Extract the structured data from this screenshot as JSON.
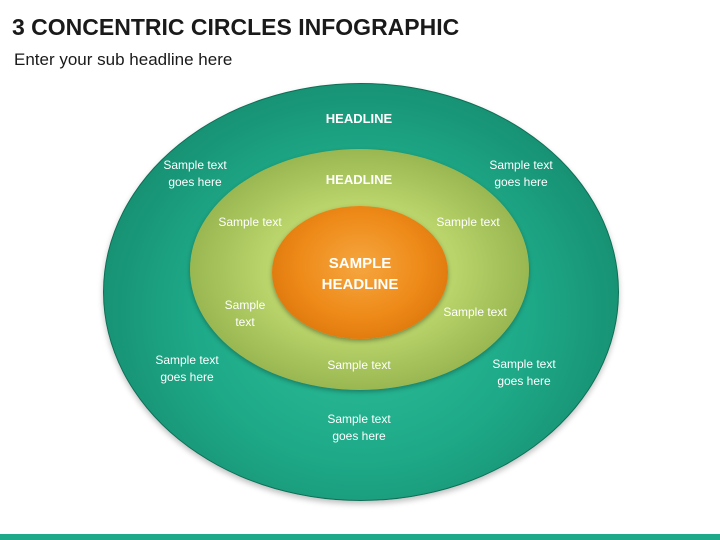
{
  "title": "3 CONCENTRIC CIRCLES INFOGRAPHIC",
  "subtitle": "Enter your sub headline here",
  "colors": {
    "outer": "#1eaa88",
    "middle": "#b9d46a",
    "inner": "#ee8a18",
    "bar": "#1eaa88"
  },
  "outer_ring": {
    "headline": "HEADLINE",
    "top_left": "Sample text\ngoes here",
    "top_right": "Sample text\ngoes here",
    "bottom_left": "Sample text\ngoes here",
    "bottom_right": "Sample text\ngoes here",
    "bottom": "Sample text\ngoes here"
  },
  "middle_ring": {
    "headline": "HEADLINE",
    "upper_left": "Sample text",
    "upper_right": "Sample text",
    "left": "Sample\ntext",
    "right": "Sample text",
    "bottom": "Sample text"
  },
  "inner_circle": {
    "headline": "SAMPLE\nHEADLINE"
  }
}
